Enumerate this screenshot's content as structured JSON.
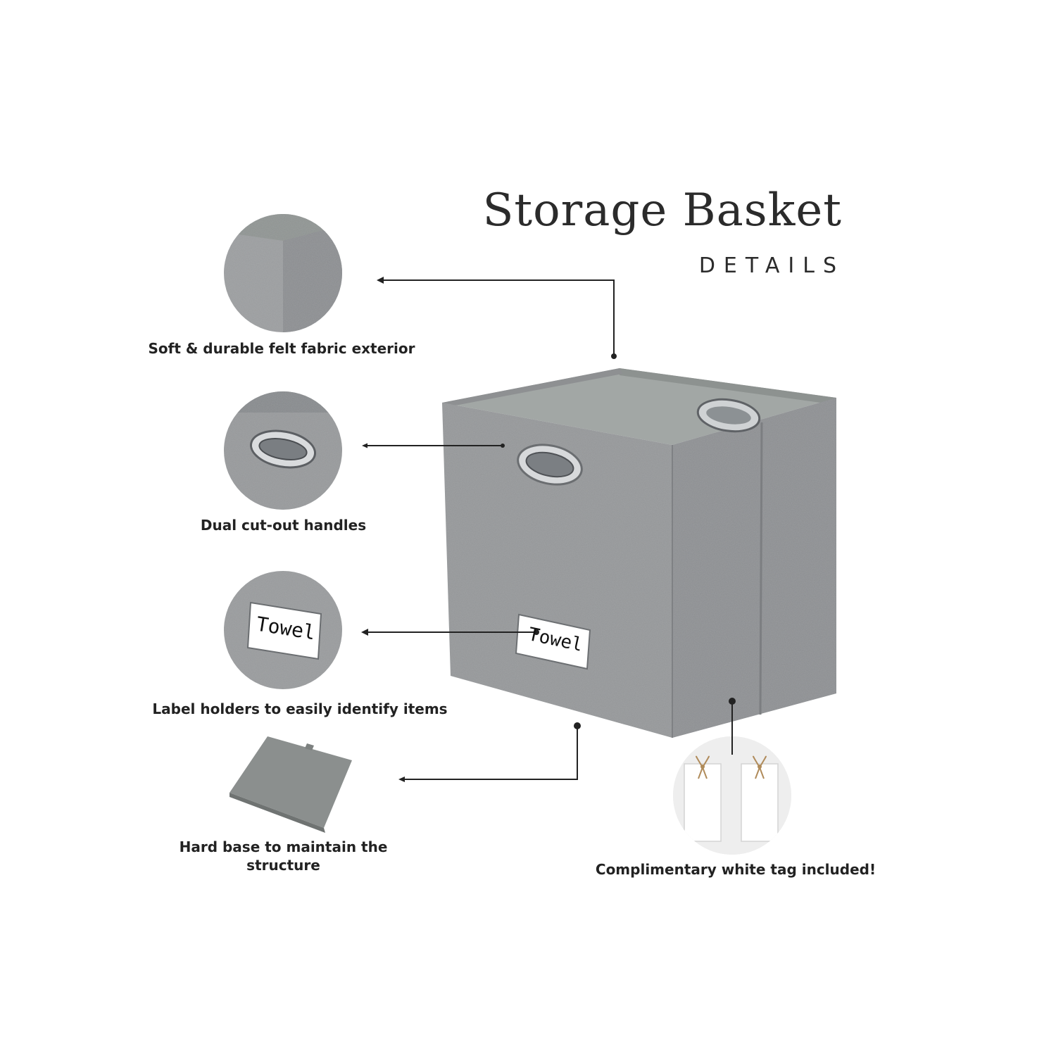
{
  "header": {
    "title": "Storage Basket",
    "subtitle": "DETAILS"
  },
  "features": [
    {
      "caption": "Soft & durable felt fabric exterior",
      "icon": "felt-corner-closeup"
    },
    {
      "caption": "Dual cut-out handles",
      "icon": "metal-handle-closeup"
    },
    {
      "caption": "Label holders to easily identify items",
      "icon": "label-holder-closeup"
    },
    {
      "caption_line1": "Hard base to maintain the",
      "caption_line2": "structure",
      "icon": "hard-base-board"
    },
    {
      "caption": "Complimentary white tag included!",
      "icon": "white-tags"
    }
  ],
  "label_text": "Towel",
  "colors": {
    "felt": "#8f9193",
    "felt_dark": "#7b7d80",
    "lining": "#a3a8a6",
    "base_board": "#8a8e8d",
    "text": "#222222",
    "line": "#222222"
  }
}
